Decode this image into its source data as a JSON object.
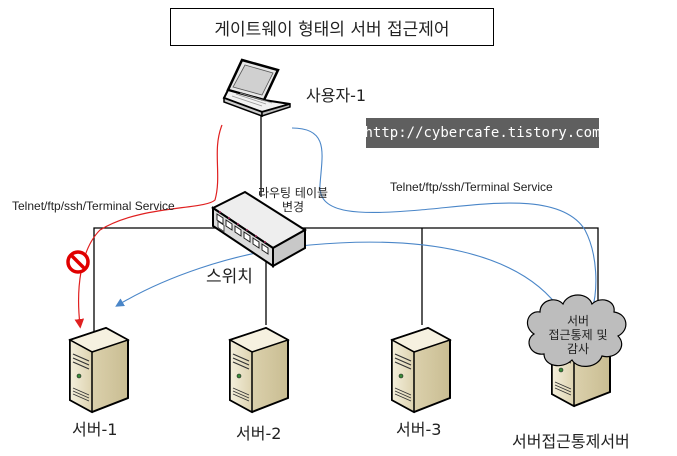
{
  "title": "게이트웨이 형태의 서버 접근제어",
  "watermark": "http://cybercafe.tistory.com",
  "nodes": {
    "user": {
      "label": "사용자-1",
      "icon": "laptop-icon"
    },
    "switch": {
      "label": "스위치",
      "icon": "switch-icon"
    },
    "server1": {
      "label": "서버-1",
      "icon": "server-icon"
    },
    "server2": {
      "label": "서버-2",
      "icon": "server-icon"
    },
    "server3": {
      "label": "서버-3",
      "icon": "server-icon"
    },
    "gateway": {
      "label": "서버접근통제서버",
      "icon": "server-icon"
    }
  },
  "annotations": {
    "routing_change": [
      "라우팅 테이블",
      "변경"
    ],
    "cloud": [
      "서버",
      "접근통제 및",
      "감사"
    ],
    "direct_path_protocols": "Telnet/ftp/ssh/Terminal Service",
    "gateway_path_protocols": "Telnet/ftp/ssh/Terminal Service",
    "blocked_icon": "prohibited-icon"
  },
  "colors": {
    "blocked_path": "#e02020",
    "allowed_path": "#4a86c8",
    "network_line": "#000000",
    "server_body": "#e8e0c4",
    "cloud_fill": "#bdbdbd"
  }
}
